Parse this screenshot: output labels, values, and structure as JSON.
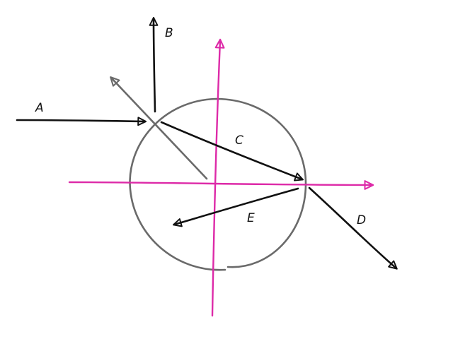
{
  "diagram": {
    "colors": {
      "ray": "#111111",
      "axis": "#dd2aa8",
      "circle": "#6a6a6a",
      "normal": "#6a6a6a",
      "background": "#ffffff"
    },
    "labels": {
      "a": "A",
      "b": "B",
      "c": "C",
      "d": "D",
      "e": "E"
    }
  }
}
